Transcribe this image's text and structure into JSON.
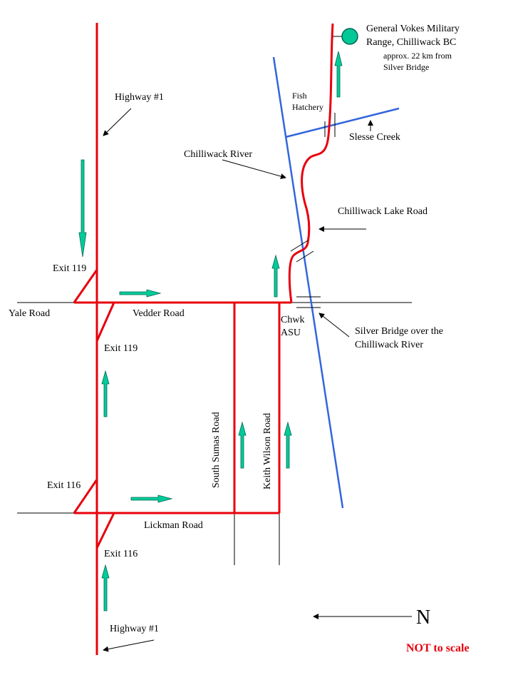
{
  "labels": {
    "destination_line1": "General Vokes Military",
    "destination_line2": "Range, Chilliwack BC",
    "distance_line1": "approx. 22 km from",
    "distance_line2": "Silver Bridge",
    "highway1_top": "Highway #1",
    "fish_hatchery_line1": "Fish",
    "fish_hatchery_line2": "Hatchery",
    "slesse_creek": "Slesse Creek",
    "chilliwack_river": "Chilliwack River",
    "chilliwack_lake_road": "Chilliwack Lake Road",
    "exit119_top": "Exit 119",
    "yale_road": "Yale Road",
    "vedder_road": "Vedder Road",
    "chwk_asu_line1": "Chwk",
    "chwk_asu_line2": "ASU",
    "silver_bridge_line1": "Silver Bridge over  the",
    "silver_bridge_line2": "Chilliwack River",
    "exit119_bottom": "Exit 119",
    "south_sumas_road": "South Sumas Road",
    "keith_wilson_road": "Keith Wilson Road",
    "exit116_top": "Exit 116",
    "lickman_road": "Lickman Road",
    "exit116_bottom": "Exit 116",
    "north": "N",
    "highway1_bottom": "Highway #1",
    "not_to_scale": "NOT to scale"
  },
  "colors": {
    "route": "#e8000c",
    "river": "#3366dd",
    "arrow_fill": "#00cc99",
    "arrow_stroke": "#006655",
    "marker": "#00c896",
    "warning": "#e8000c",
    "road": "#000000"
  }
}
